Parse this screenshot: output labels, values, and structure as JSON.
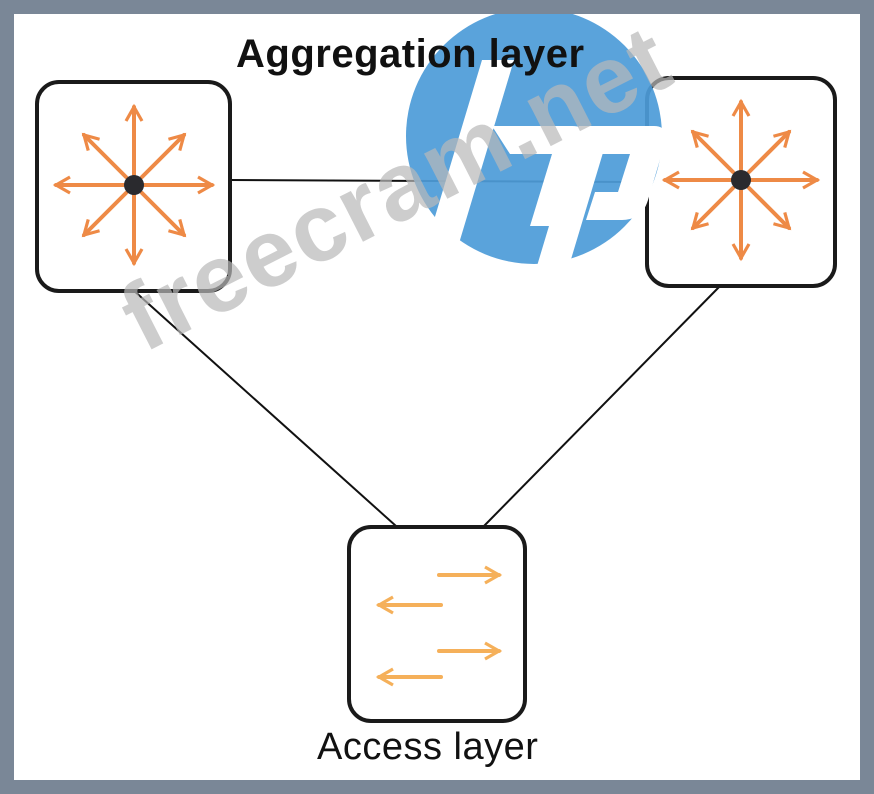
{
  "labels": {
    "aggregation": "Aggregation layer",
    "access": "Access layer"
  },
  "watermark": {
    "logo_text": "hp",
    "site_text": "freecram.net"
  },
  "nodes": [
    {
      "id": "agg-left",
      "icon": "routing-switch-icon",
      "layer": "aggregation"
    },
    {
      "id": "agg-right",
      "icon": "routing-switch-icon",
      "layer": "aggregation"
    },
    {
      "id": "access",
      "icon": "layer2-switch-icon",
      "layer": "access"
    }
  ],
  "links": [
    {
      "from": "agg-left",
      "to": "agg-right"
    },
    {
      "from": "agg-left",
      "to": "access"
    },
    {
      "from": "agg-right",
      "to": "access"
    }
  ],
  "colors": {
    "frame": "#7a8797",
    "routing_icon": "#ee8a46",
    "switch_icon": "#f5b05a",
    "hp_logo": "#4d9cd8",
    "watermark_text": "#b9b9b9"
  }
}
